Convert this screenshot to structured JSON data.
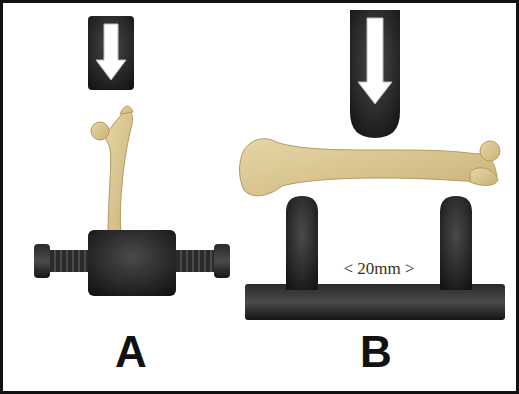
{
  "diagram": {
    "labels": [
      "A",
      "B",
      "< 20mm >"
    ]
  }
}
